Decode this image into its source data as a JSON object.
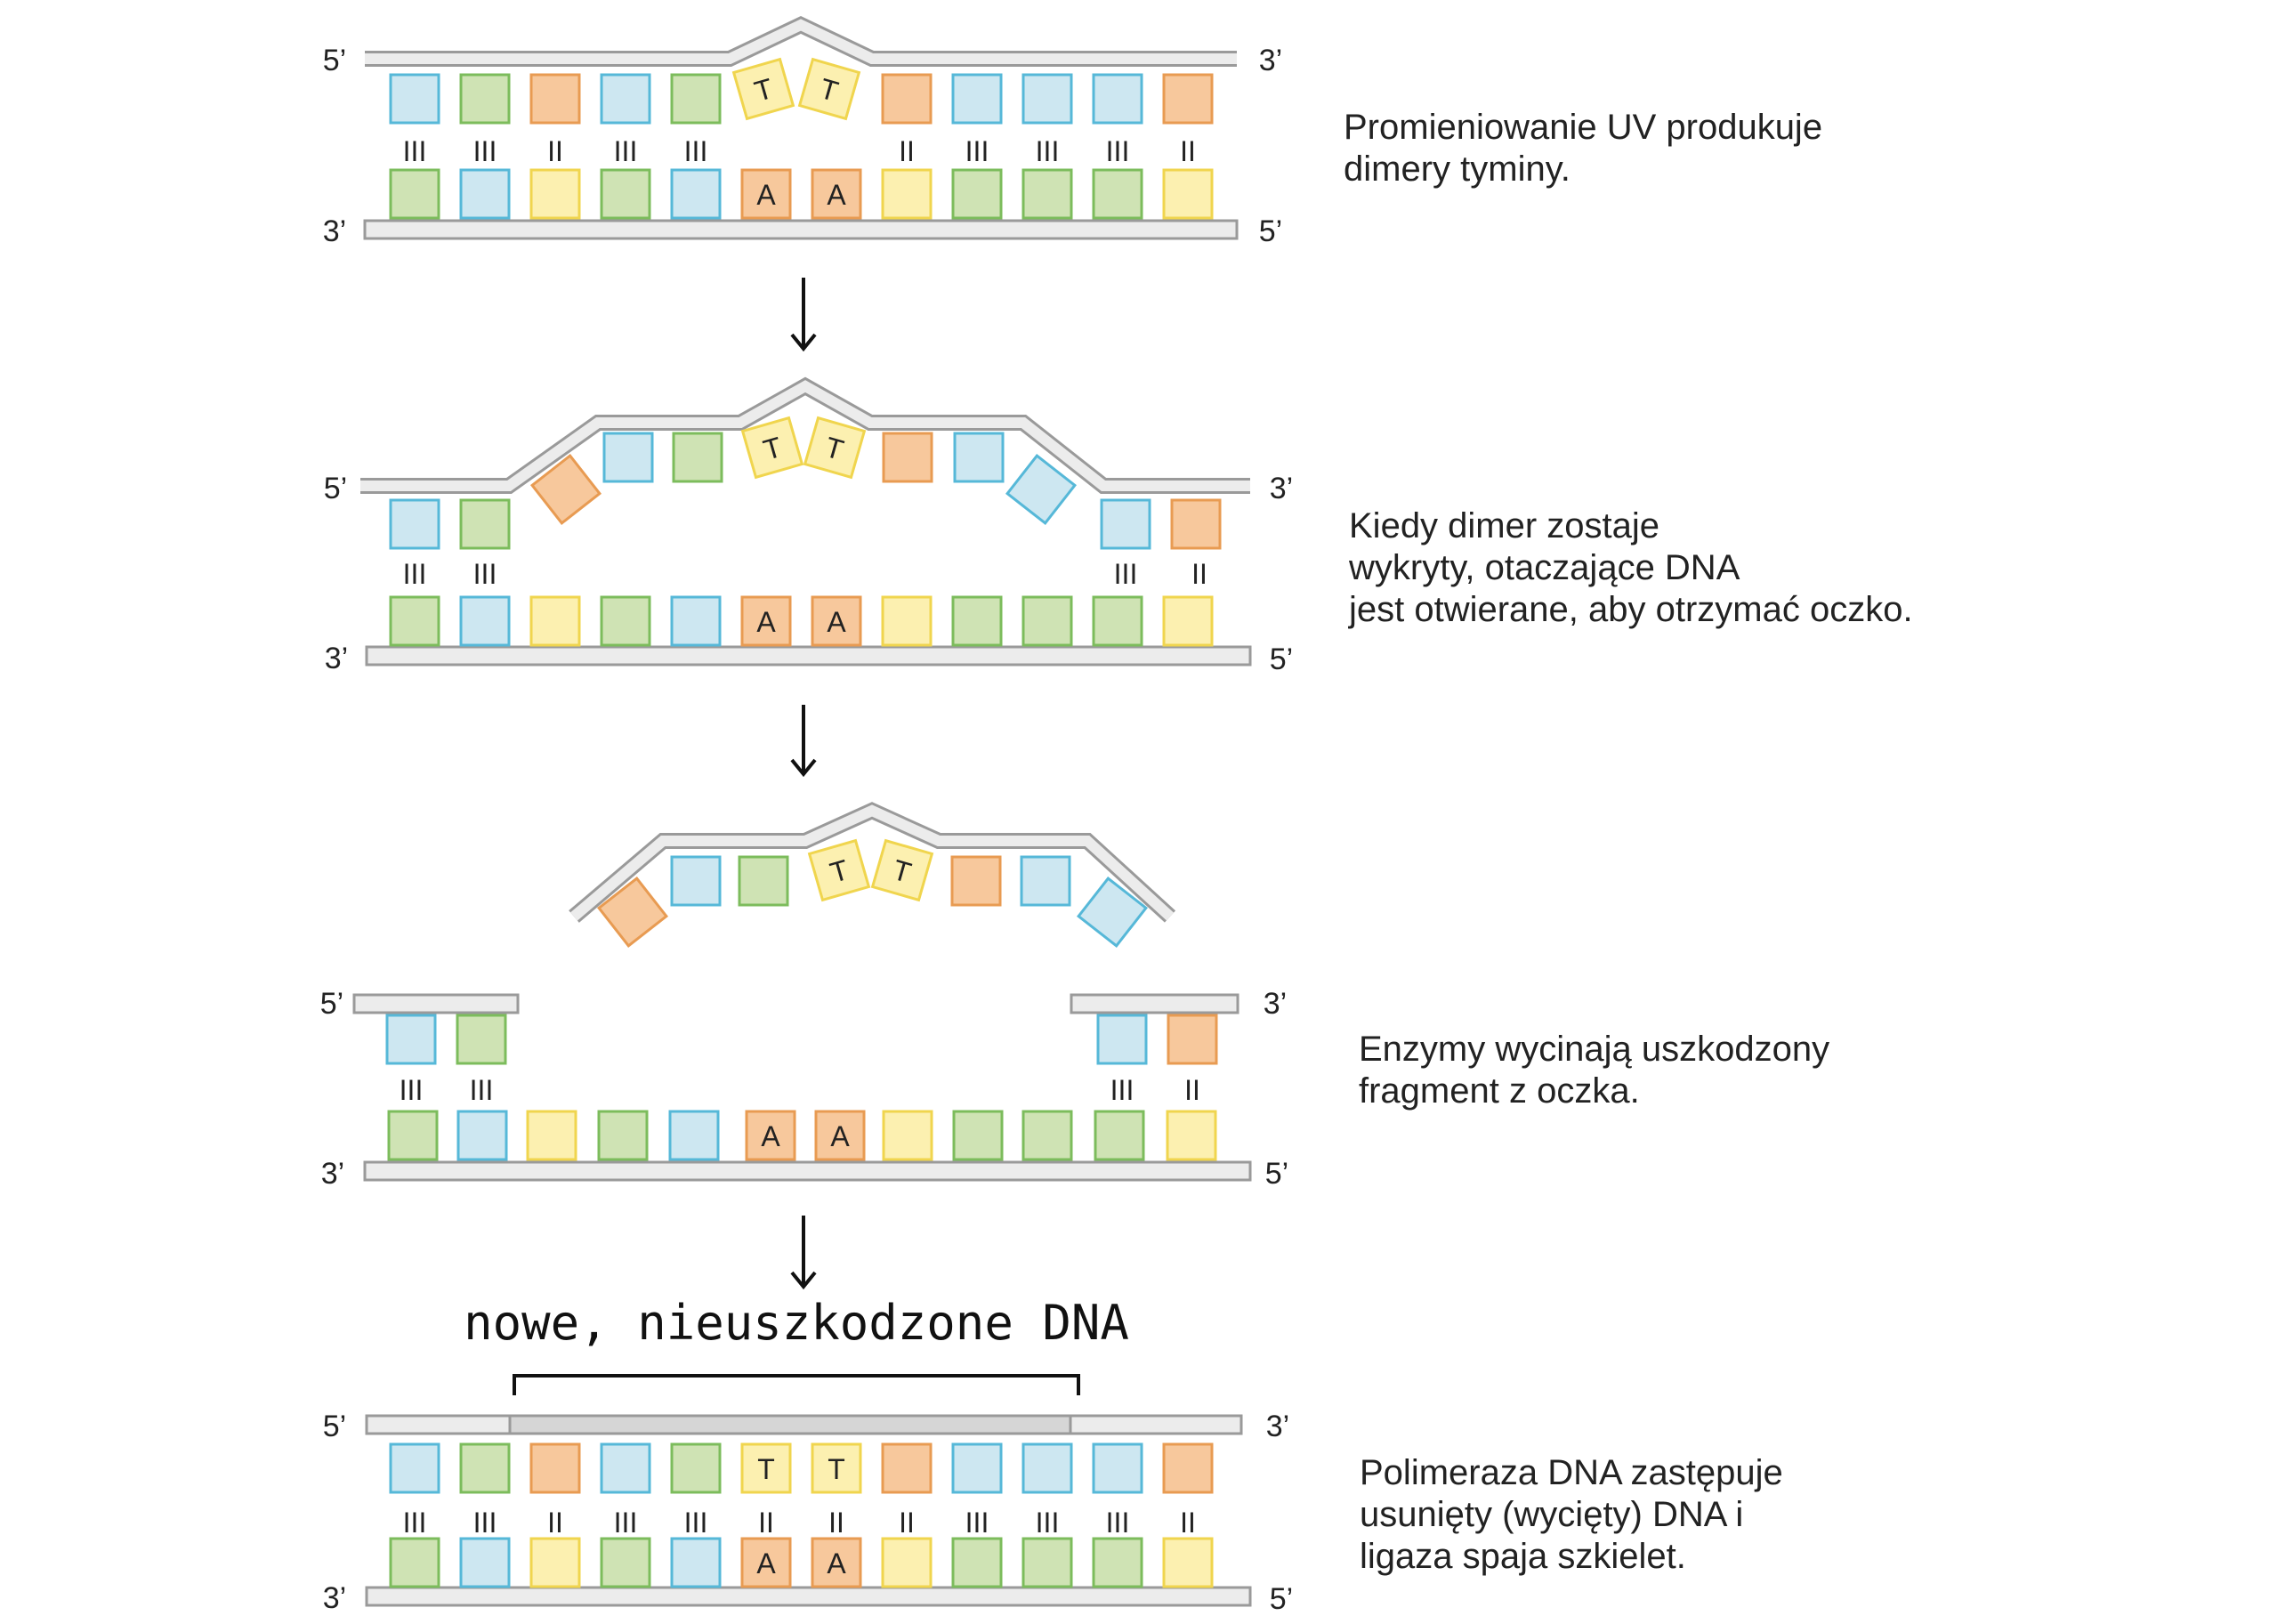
{
  "colors": {
    "backbone_fill": "#ececec",
    "backbone_stroke": "#9a9a9a",
    "new_segment_fill": "#d6d6d6",
    "blue": {
      "fill": "#cde7f1",
      "stroke": "#56b8d8"
    },
    "green": {
      "fill": "#cfe3b4",
      "stroke": "#7cbc5c"
    },
    "orange": {
      "fill": "#f7c89c",
      "stroke": "#e89b52"
    },
    "yellow": {
      "fill": "#fcf0b0",
      "stroke": "#f0d54e"
    },
    "text": "#222222"
  },
  "icons": {
    "arrow": "down-arrow-icon",
    "bracket": "bracket-icon"
  },
  "stages": [
    {
      "labels": {
        "top_left": "5’",
        "top_right": "3’",
        "bottom_left": "3’",
        "bottom_right": "5’"
      },
      "top_bases": [
        "blue",
        "green",
        "orange",
        "blue",
        "green",
        "yellow:T",
        "yellow:T",
        "orange",
        "blue",
        "blue",
        "blue",
        "orange"
      ],
      "bonds": [
        "III",
        "III",
        "II",
        "III",
        "III",
        "",
        "",
        "II",
        "III",
        "III",
        "III",
        "II"
      ],
      "bottom_bases": [
        "green",
        "blue",
        "yellow",
        "green",
        "blue",
        "orange:A",
        "orange:A",
        "yellow",
        "green",
        "green",
        "green",
        "yellow"
      ],
      "caption": [
        "Promieniowanie UV produkuje",
        "dimery tyminy."
      ]
    },
    {
      "labels": {
        "top_left": "5’",
        "top_right": "3’",
        "bottom_left": "3’",
        "bottom_right": "5’"
      },
      "top_bases": [
        "blue",
        "green",
        "orange",
        "blue",
        "green",
        "yellow:T",
        "yellow:T",
        "orange",
        "blue",
        "blue",
        "blue",
        "orange"
      ],
      "bonds": [
        "III",
        "III",
        "",
        "",
        "",
        "",
        "",
        "",
        "",
        "",
        "III",
        "II"
      ],
      "bottom_bases": [
        "green",
        "blue",
        "yellow",
        "green",
        "blue",
        "orange:A",
        "orange:A",
        "yellow",
        "green",
        "green",
        "green",
        "yellow"
      ],
      "caption": [
        "Kiedy dimer zostaje",
        "wykryty, otaczające DNA",
        "jest otwierane, aby otrzymać oczko."
      ]
    },
    {
      "labels": {
        "top_left": "5’",
        "top_right": "3’",
        "bottom_left": "3’",
        "bottom_right": "5’"
      },
      "excised_bases": [
        "orange",
        "blue",
        "green",
        "yellow:T",
        "yellow:T",
        "orange",
        "blue",
        "blue"
      ],
      "top_bases": [
        "blue",
        "green",
        "blue",
        "orange"
      ],
      "bonds": [
        "III",
        "III",
        "III",
        "II"
      ],
      "bottom_bases": [
        "green",
        "blue",
        "yellow",
        "green",
        "blue",
        "orange:A",
        "orange:A",
        "yellow",
        "green",
        "green",
        "green",
        "yellow"
      ],
      "caption": [
        "Enzymy wycinają uszkodzony",
        "fragment z oczka."
      ]
    },
    {
      "labels": {
        "top_left": "5’",
        "top_right": "3’",
        "bottom_left": "3’",
        "bottom_right": "5’"
      },
      "handwritten": "nowe, nieuszkodzone DNA",
      "top_bases": [
        "blue",
        "green",
        "orange",
        "blue",
        "green",
        "yellow:T",
        "yellow:T",
        "orange",
        "blue",
        "blue",
        "blue",
        "orange"
      ],
      "bonds": [
        "III",
        "III",
        "II",
        "III",
        "III",
        "II",
        "II",
        "II",
        "III",
        "III",
        "III",
        "II"
      ],
      "bottom_bases": [
        "green",
        "blue",
        "yellow",
        "green",
        "blue",
        "orange:A",
        "orange:A",
        "yellow",
        "green",
        "green",
        "green",
        "yellow"
      ],
      "caption": [
        "Polimeraza DNA zastępuje",
        "usunięty (wycięty) DNA i",
        "ligaza spaja szkielet."
      ]
    }
  ]
}
